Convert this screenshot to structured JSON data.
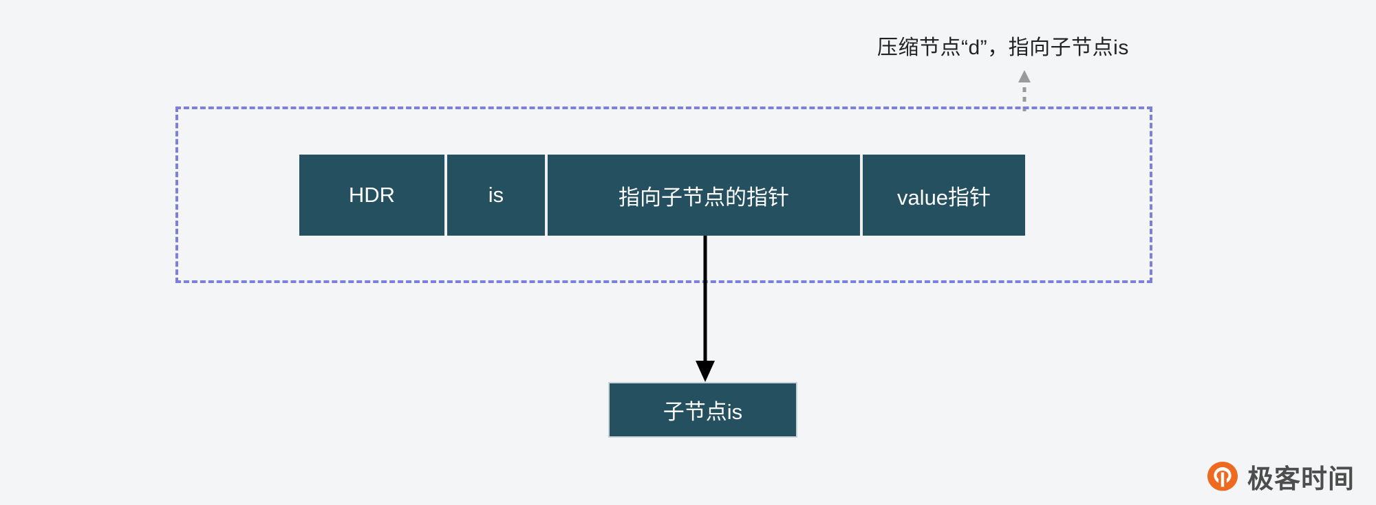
{
  "diagram": {
    "title_annotation": "压缩节点“d”，指向子节点is",
    "group_box": {
      "border_color": "#7b7fe0",
      "style": "dashed"
    },
    "node": {
      "fill_color": "#24505f",
      "text_color": "#ffffff",
      "cells": [
        {
          "label": "HDR"
        },
        {
          "label": "is"
        },
        {
          "label": "指向子节点的指针"
        },
        {
          "label": "value指针"
        }
      ]
    },
    "child_node": {
      "label": "子节点is",
      "fill_color": "#24505f"
    },
    "connector": {
      "pointer_arrow_color": "#000000",
      "leader_arrow_color": "#9a9a9a"
    },
    "background_color": "#f4f5f7"
  },
  "watermark": {
    "brand": "极客时间",
    "mark_color": "#ef6a21"
  }
}
